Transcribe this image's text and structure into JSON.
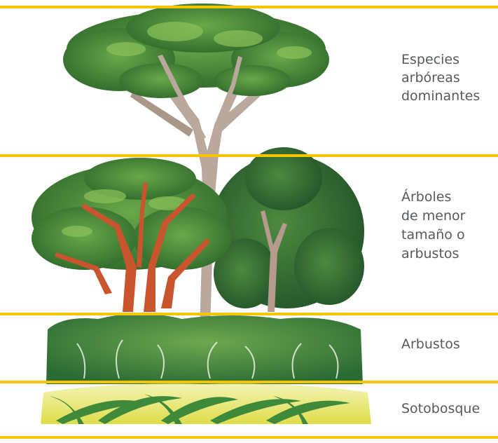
{
  "colors": {
    "divider": "#F6C400",
    "label_text": "#555A5E",
    "canopy_dark": "#2E6B2C",
    "canopy_mid": "#4A8F3A",
    "canopy_light": "#7DB84E",
    "trunk_grey": "#B9A89B",
    "trunk_red": "#C8552E",
    "undergrowth_yellow": "#E9E86A",
    "fern_green": "#3F8A3A"
  },
  "layers": [
    {
      "id": "canopy",
      "lines": [
        "Especies",
        "arbóreas",
        "dominantes"
      ]
    },
    {
      "id": "subcanopy",
      "lines": [
        "Árboles",
        "de menor",
        "tamaño o",
        "arbustos"
      ]
    },
    {
      "id": "shrubs",
      "lines": [
        "Arbustos"
      ]
    },
    {
      "id": "understory",
      "lines": [
        "Sotobosque"
      ]
    }
  ]
}
